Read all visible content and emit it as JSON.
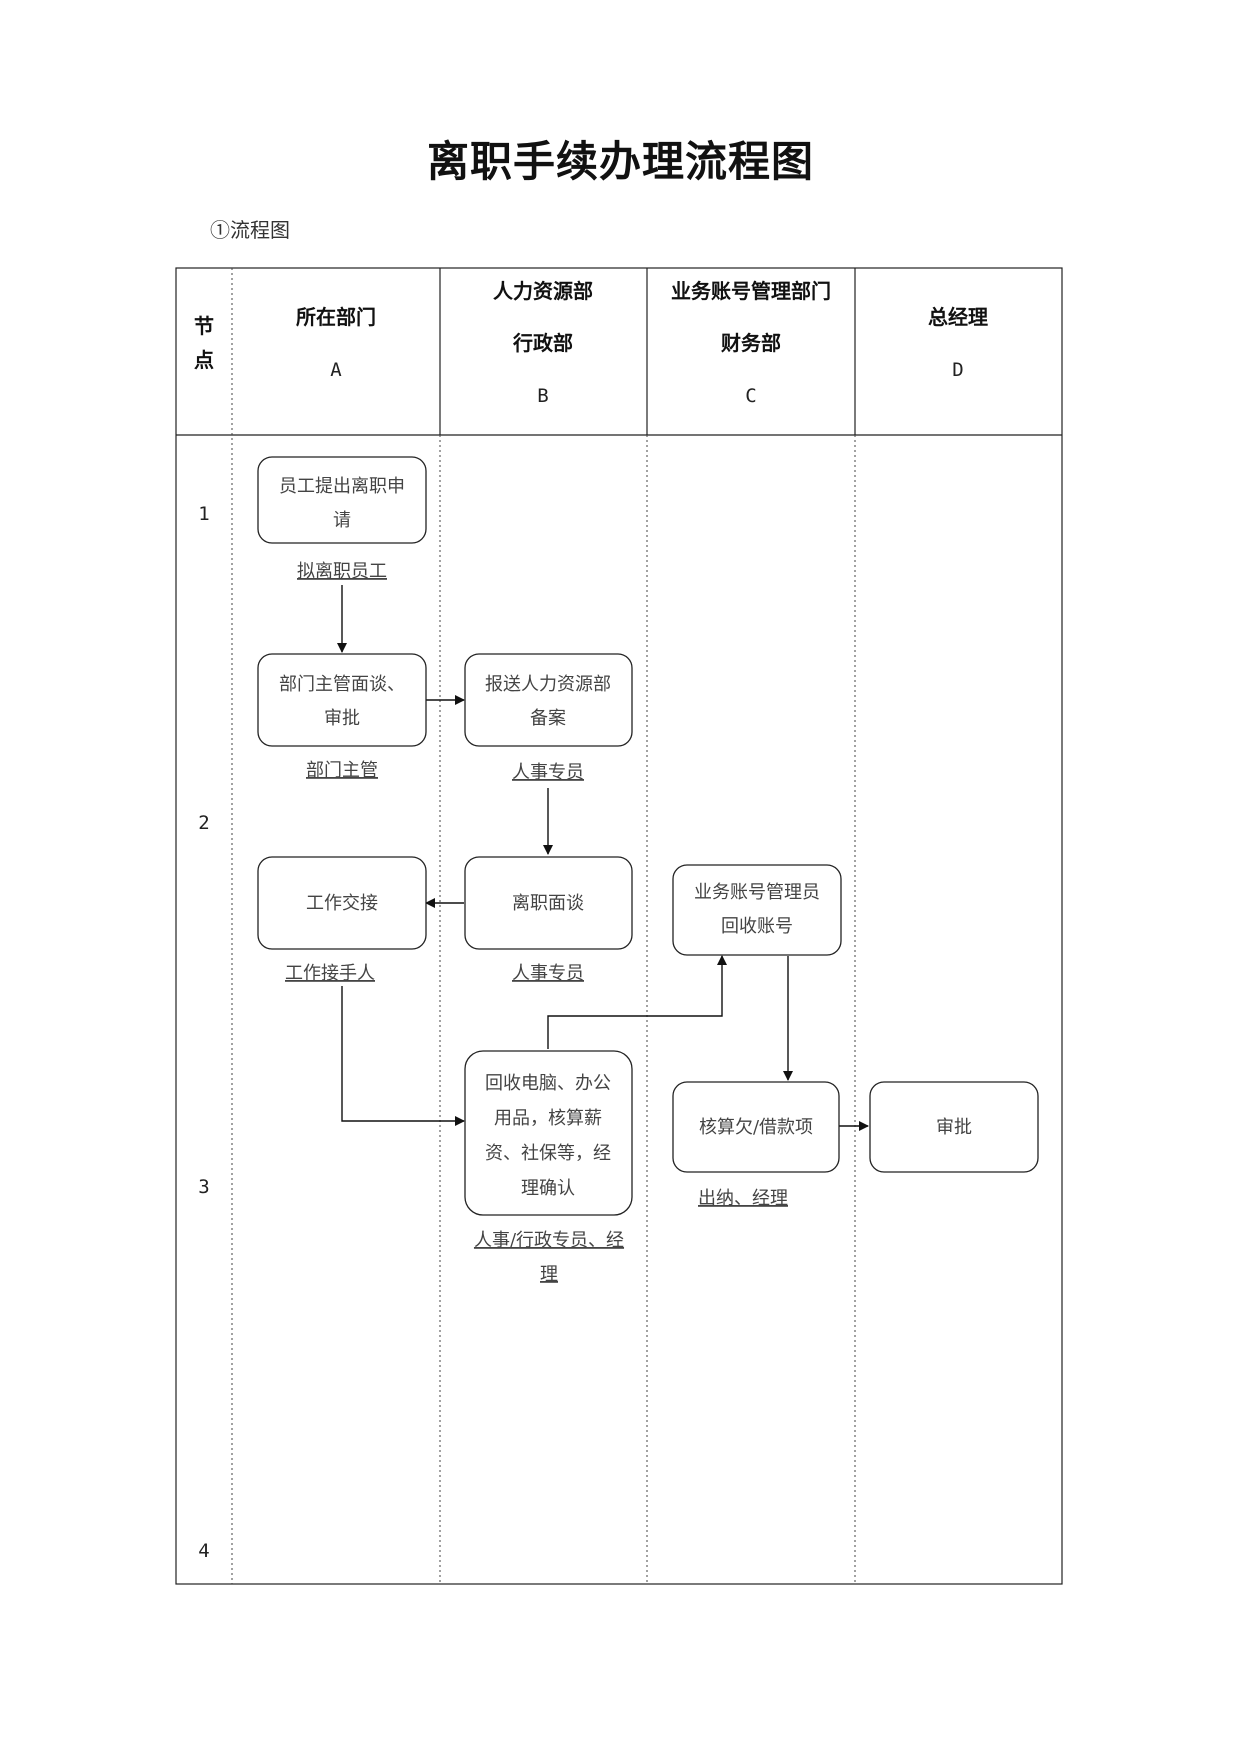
{
  "title": "离职手续办理流程图",
  "subtitle": "①流程图",
  "columns": [
    {
      "id": "node",
      "lines": [
        "节",
        "点"
      ],
      "letter": ""
    },
    {
      "id": "A",
      "lines": [
        "所在部门"
      ],
      "letter": "A"
    },
    {
      "id": "B",
      "lines": [
        "人力资源部",
        "行政部"
      ],
      "letter": "B"
    },
    {
      "id": "C",
      "lines": [
        "业务账号管理部门",
        "财务部"
      ],
      "letter": "C"
    },
    {
      "id": "D",
      "lines": [
        "总经理"
      ],
      "letter": "D"
    }
  ],
  "node_numbers": [
    "1",
    "2",
    "3",
    "4"
  ],
  "boxes": [
    {
      "id": "apply",
      "column": "A",
      "lines": [
        "员工提出离职申",
        "请"
      ],
      "role": "拟离职员工",
      "icon": "rounded-rect"
    },
    {
      "id": "dept-approve",
      "column": "A",
      "lines": [
        "部门主管面谈、",
        "审批"
      ],
      "role": "部门主管",
      "icon": "rounded-rect"
    },
    {
      "id": "hr-record",
      "column": "B",
      "lines": [
        "报送人力资源部",
        "备案"
      ],
      "role": "人事专员",
      "icon": "rounded-rect"
    },
    {
      "id": "handover",
      "column": "A",
      "lines": [
        "工作交接"
      ],
      "role": "工作接手人",
      "icon": "rounded-rect"
    },
    {
      "id": "exit-interview",
      "column": "B",
      "lines": [
        "离职面谈"
      ],
      "role": "人事专员",
      "icon": "rounded-rect"
    },
    {
      "id": "account-recover",
      "column": "C",
      "lines": [
        "业务账号管理员",
        "回收账号"
      ],
      "role": "",
      "icon": "rounded-rect"
    },
    {
      "id": "assets",
      "column": "B",
      "lines": [
        "回收电脑、办公",
        "用品，核算薪",
        "资、社保等，经",
        "理确认"
      ],
      "role_lines": [
        "人事/行政专员、经",
        "理"
      ],
      "icon": "rounded-rect"
    },
    {
      "id": "settle",
      "column": "C",
      "lines": [
        "核算欠/借款项"
      ],
      "role": "出纳、经理",
      "icon": "rounded-rect"
    },
    {
      "id": "gm-approve",
      "column": "D",
      "lines": [
        "审批"
      ],
      "role": "",
      "icon": "rounded-rect"
    }
  ],
  "connectors": [
    {
      "from": "apply",
      "to": "dept-approve",
      "icon": "arrow-down"
    },
    {
      "from": "dept-approve",
      "to": "hr-record",
      "icon": "arrow-right"
    },
    {
      "from": "hr-record",
      "to": "exit-interview",
      "icon": "arrow-down"
    },
    {
      "from": "exit-interview",
      "to": "handover",
      "icon": "arrow-left"
    },
    {
      "from": "handover",
      "to": "assets",
      "icon": "arrow-right"
    },
    {
      "from": "assets",
      "to": "account-recover",
      "icon": "arrow-up"
    },
    {
      "from": "account-recover",
      "to": "settle",
      "icon": "arrow-down"
    },
    {
      "from": "settle",
      "to": "gm-approve",
      "icon": "arrow-right"
    }
  ]
}
